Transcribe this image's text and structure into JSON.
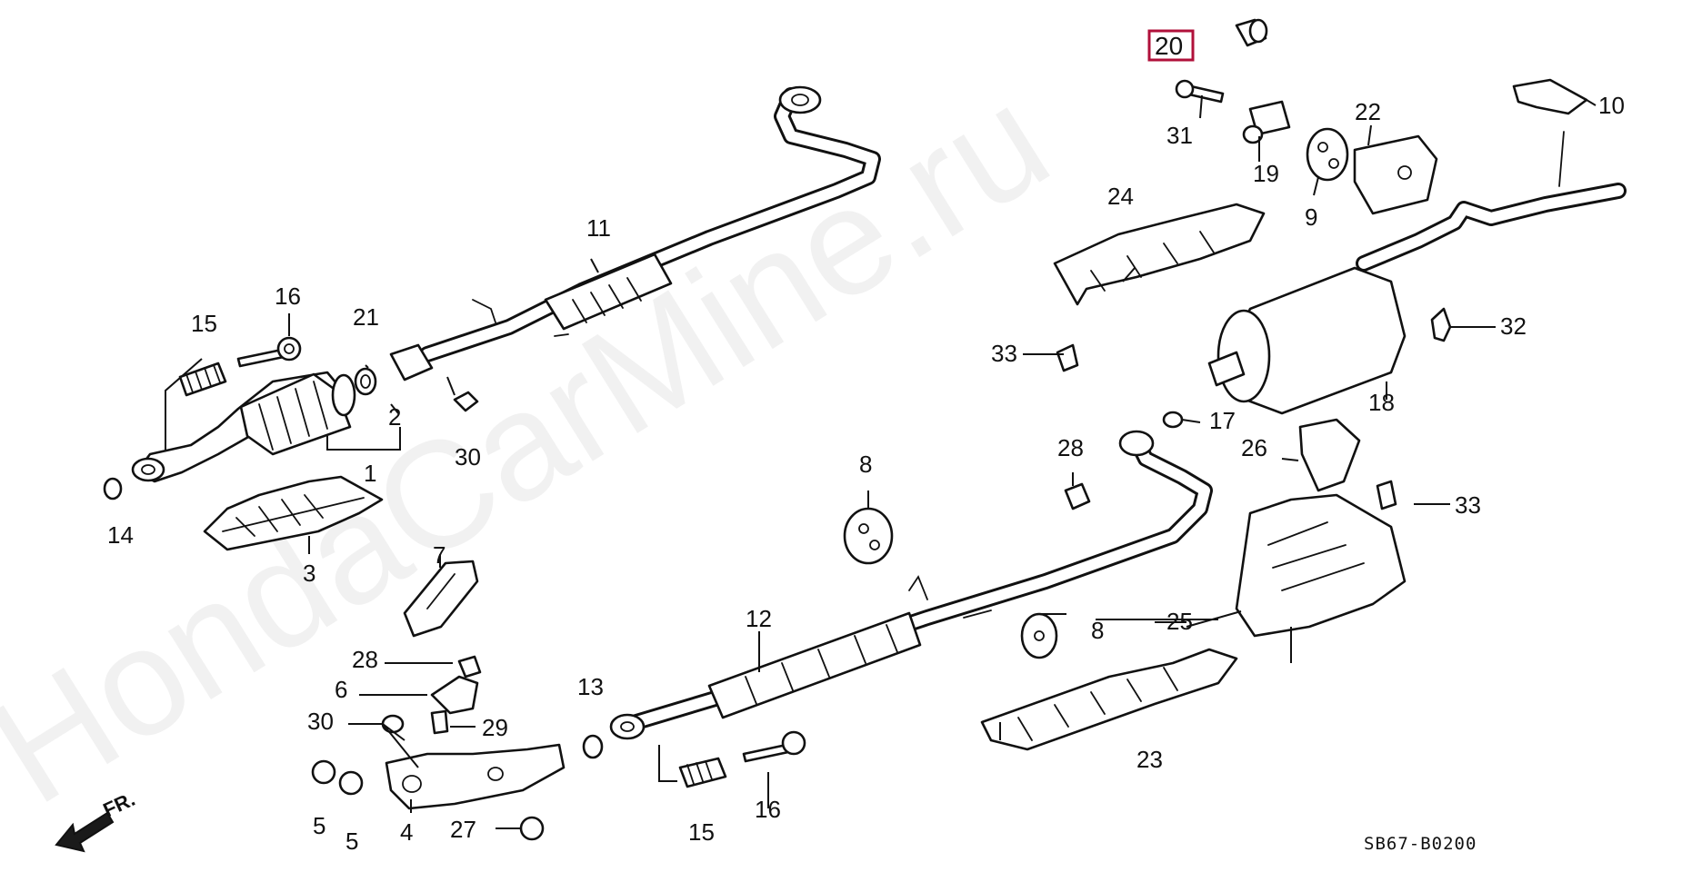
{
  "diagram": {
    "code": "SB67-B0200",
    "watermark": "HondaCarMine.ru",
    "direction_label": "FR.",
    "highlight_color": "#b0103a",
    "highlighted_part": "20",
    "callouts": {
      "c1": "1",
      "c2": "2",
      "c3": "3",
      "c4": "4",
      "c5a": "5",
      "c5b": "5",
      "c6": "6",
      "c7": "7",
      "c8a": "8",
      "c8b": "8",
      "c9": "9",
      "c10": "10",
      "c11": "11",
      "c12": "12",
      "c13": "13",
      "c14": "14",
      "c15a": "15",
      "c15b": "15",
      "c16a": "16",
      "c16b": "16",
      "c17": "17",
      "c18": "18",
      "c19": "19",
      "c20": "20",
      "c21": "21",
      "c22": "22",
      "c23": "23",
      "c24": "24",
      "c25": "25",
      "c26": "26",
      "c27": "27",
      "c28a": "28",
      "c28b": "28",
      "c29": "29",
      "c30a": "30",
      "c30b": "30",
      "c31": "31",
      "c32": "32",
      "c33a": "33",
      "c33b": "33"
    }
  }
}
